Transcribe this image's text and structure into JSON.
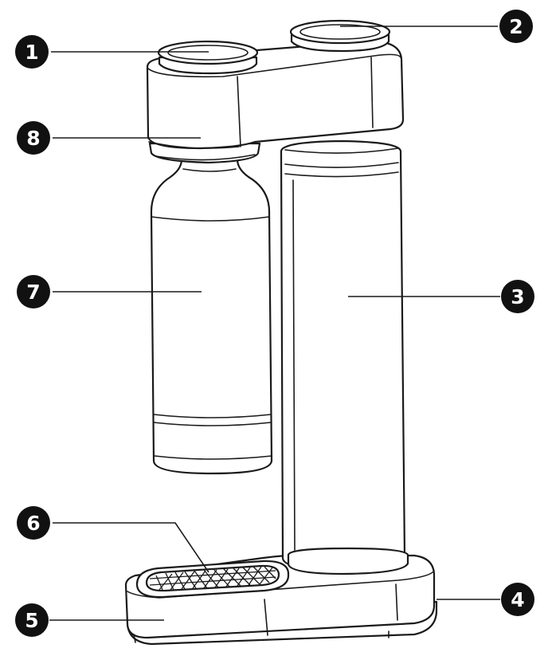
{
  "callouts": [
    {
      "id": "callout-1",
      "number": "1"
    },
    {
      "id": "callout-2",
      "number": "2"
    },
    {
      "id": "callout-3",
      "number": "3"
    },
    {
      "id": "callout-4",
      "number": "4"
    },
    {
      "id": "callout-5",
      "number": "5"
    },
    {
      "id": "callout-6",
      "number": "6"
    },
    {
      "id": "callout-7",
      "number": "7"
    },
    {
      "id": "callout-8",
      "number": "8"
    }
  ],
  "colors": {
    "line": "#1a1a1a",
    "badge": "#111111",
    "background": "#ffffff"
  }
}
